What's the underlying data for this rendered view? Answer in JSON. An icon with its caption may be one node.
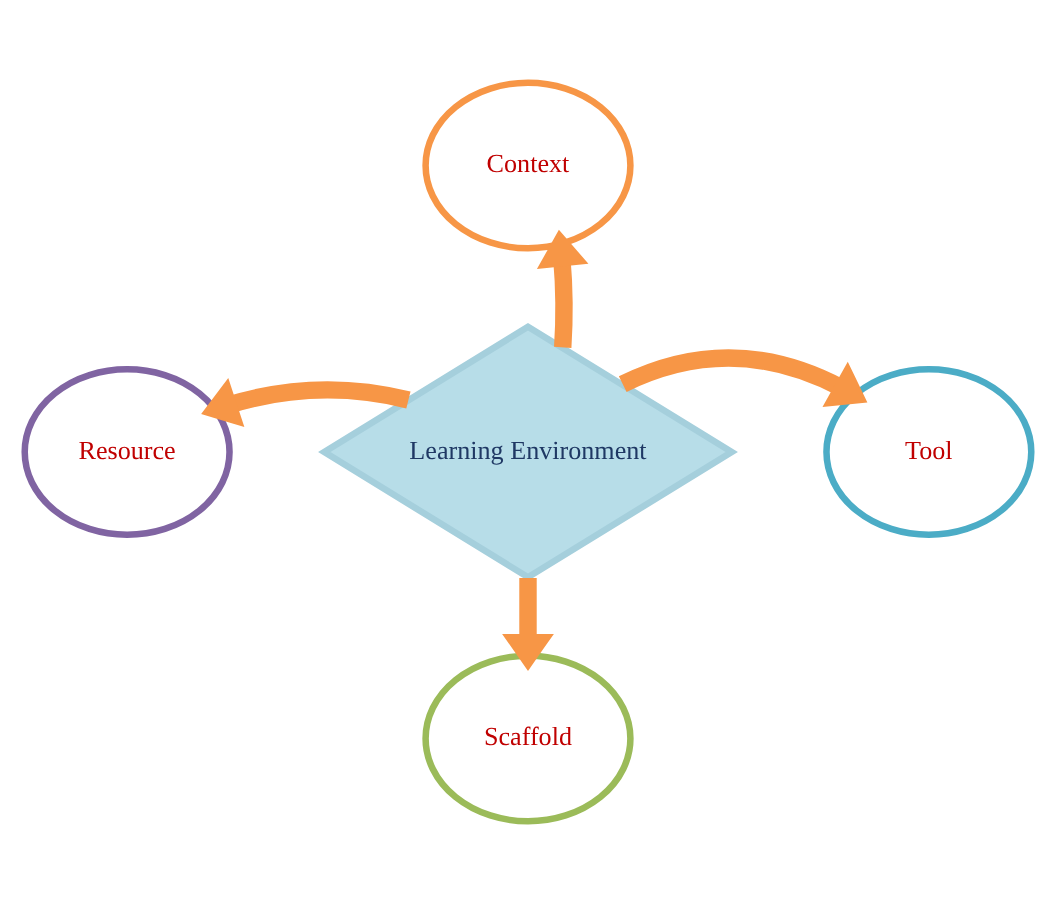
{
  "diagram": {
    "nodes": [
      {
        "text": [
          "Learning Environment"
        ]
      },
      {
        "text": [
          "Context"
        ]
      },
      {
        "text": [
          "Resource"
        ]
      },
      {
        "text": [
          "Tool"
        ]
      },
      {
        "text": [
          "Scaffold"
        ]
      }
    ],
    "edges": [
      {
        "from": 0,
        "to": 1,
        "arrow": "to"
      },
      {
        "from": 0,
        "to": 2,
        "arrow": "to"
      },
      {
        "from": 0,
        "to": 3,
        "arrow": "to"
      },
      {
        "from": 0,
        "to": 4,
        "arrow": "to"
      }
    ]
  }
}
